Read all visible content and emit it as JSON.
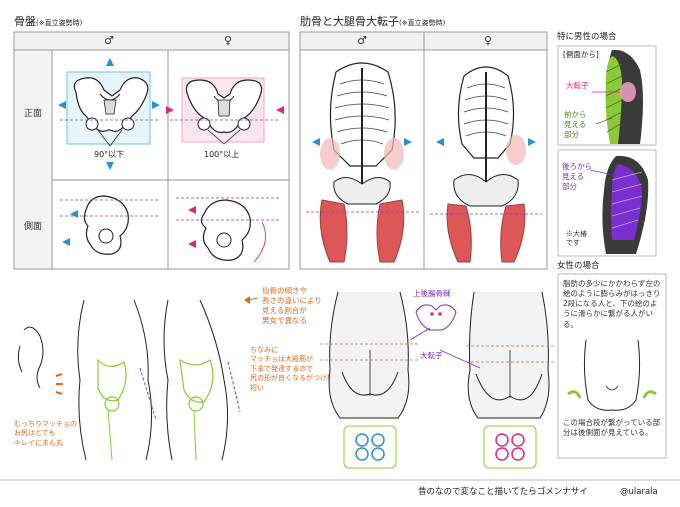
{
  "pelvis": {
    "title": "骨盤",
    "subtitle": "(※直立姿勢時)",
    "male_symbol": "♂",
    "female_symbol": "♀",
    "row_front": "正面",
    "row_side": "側面",
    "male_angle": "90°以下",
    "female_angle": "100°以上"
  },
  "rib_hip": {
    "title": "肋骨と大腿骨大転子",
    "subtitle": "(※直立姿勢時)",
    "male_symbol": "♂",
    "female_symbol": "♀"
  },
  "male_special": {
    "title": "特に男性の場合",
    "side_label": "[側面から]",
    "trochanter_label": "大転子",
    "front_visible": "前から\n見える\n部分",
    "back_visible": "後ろから\n見える\n部分",
    "signature": "※大椿\nです"
  },
  "female_case": {
    "title": "女性の場合",
    "desc": "脂肪の多少にかかわらず左の絵のように膨らみがはっきり2段になる人と、下の絵のように滑らかに繋がる人がいる。",
    "note": "この場合段が繋がっている部分は後側面が見えている。"
  },
  "middle_notes": {
    "pelvis_tilt": "仙骨の傾きや\n長さの違いにより\n見える割合が\n男女で異なる",
    "handwritten_center": "ちなみに\nマッチョは大殿筋が\n下まで発達するので\n尻の形が良くなるがつけ根までは\n短い",
    "handwritten_left": "むっちりマッチョの\nお尻はとても\nキレイにまん丸"
  },
  "back_labels": {
    "psis": "上後腸骨棘",
    "trochanter": "大転子"
  },
  "footer": {
    "caption": "昔のなので変なこと描いてたらゴメンナサイ",
    "handle": "@ularala"
  },
  "colors": {
    "male_box": "#6cc6e8",
    "female_box": "#f3a6c8",
    "arrow_blue": "#2b8fd0",
    "arrow_pink": "#e0287a",
    "dash_purple": "#8a3ad8",
    "muscle_red": "#d83a3a",
    "green": "#8cc83a",
    "purple": "#7a2fd0",
    "orange": "#e8681a",
    "grid": "#9a9a9a"
  },
  "icons": [
    "arrow-icon",
    "male-symbol-icon",
    "female-symbol-icon"
  ]
}
